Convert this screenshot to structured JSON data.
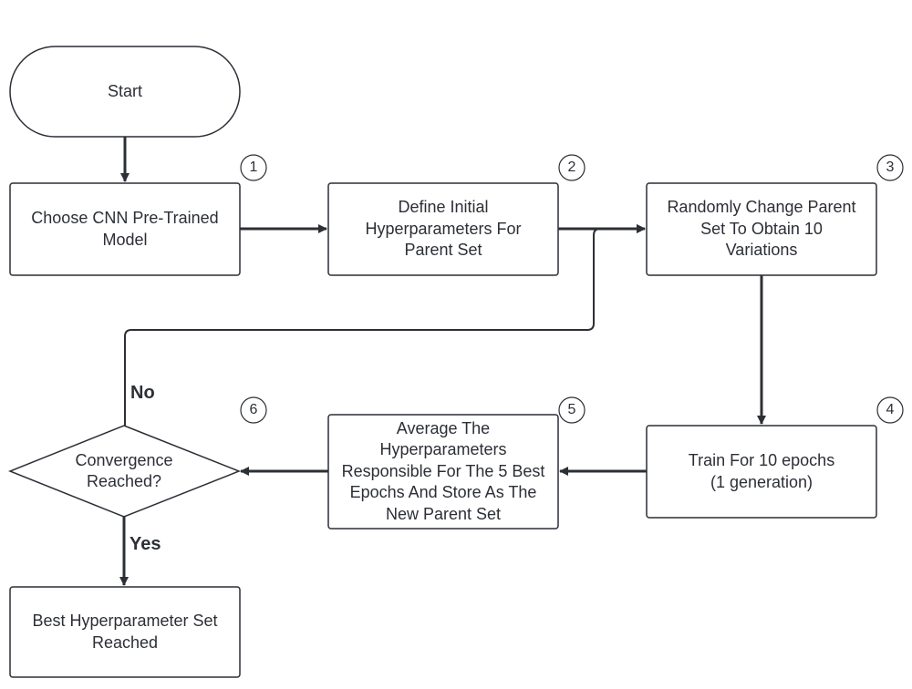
{
  "nodes": {
    "start": {
      "label": "Start"
    },
    "choose_model": {
      "label": "Choose CNN Pre-Trained\nModel"
    },
    "define_hyper": {
      "label": "Define Initial\nHyperparameters For\nParent Set"
    },
    "randomly_change": {
      "label": "Randomly Change Parent\nSet To Obtain 10\nVariations"
    },
    "train": {
      "label": "Train For 10 epochs\n(1 generation)"
    },
    "average": {
      "label": "Average The\nHyperparameters\nResponsible For The 5 Best\nEpochs And Store As The\nNew Parent Set"
    },
    "convergence": {
      "label": "Convergence\nReached?"
    },
    "best_set": {
      "label": "Best Hyperparameter Set\nReached"
    }
  },
  "badges": [
    "1",
    "2",
    "3",
    "4",
    "5",
    "6"
  ],
  "edge_labels": {
    "no": "No",
    "yes": "Yes"
  },
  "colors": {
    "stroke": "#2c2f36",
    "fill": "#ffffff",
    "text": "#2c2f36"
  }
}
